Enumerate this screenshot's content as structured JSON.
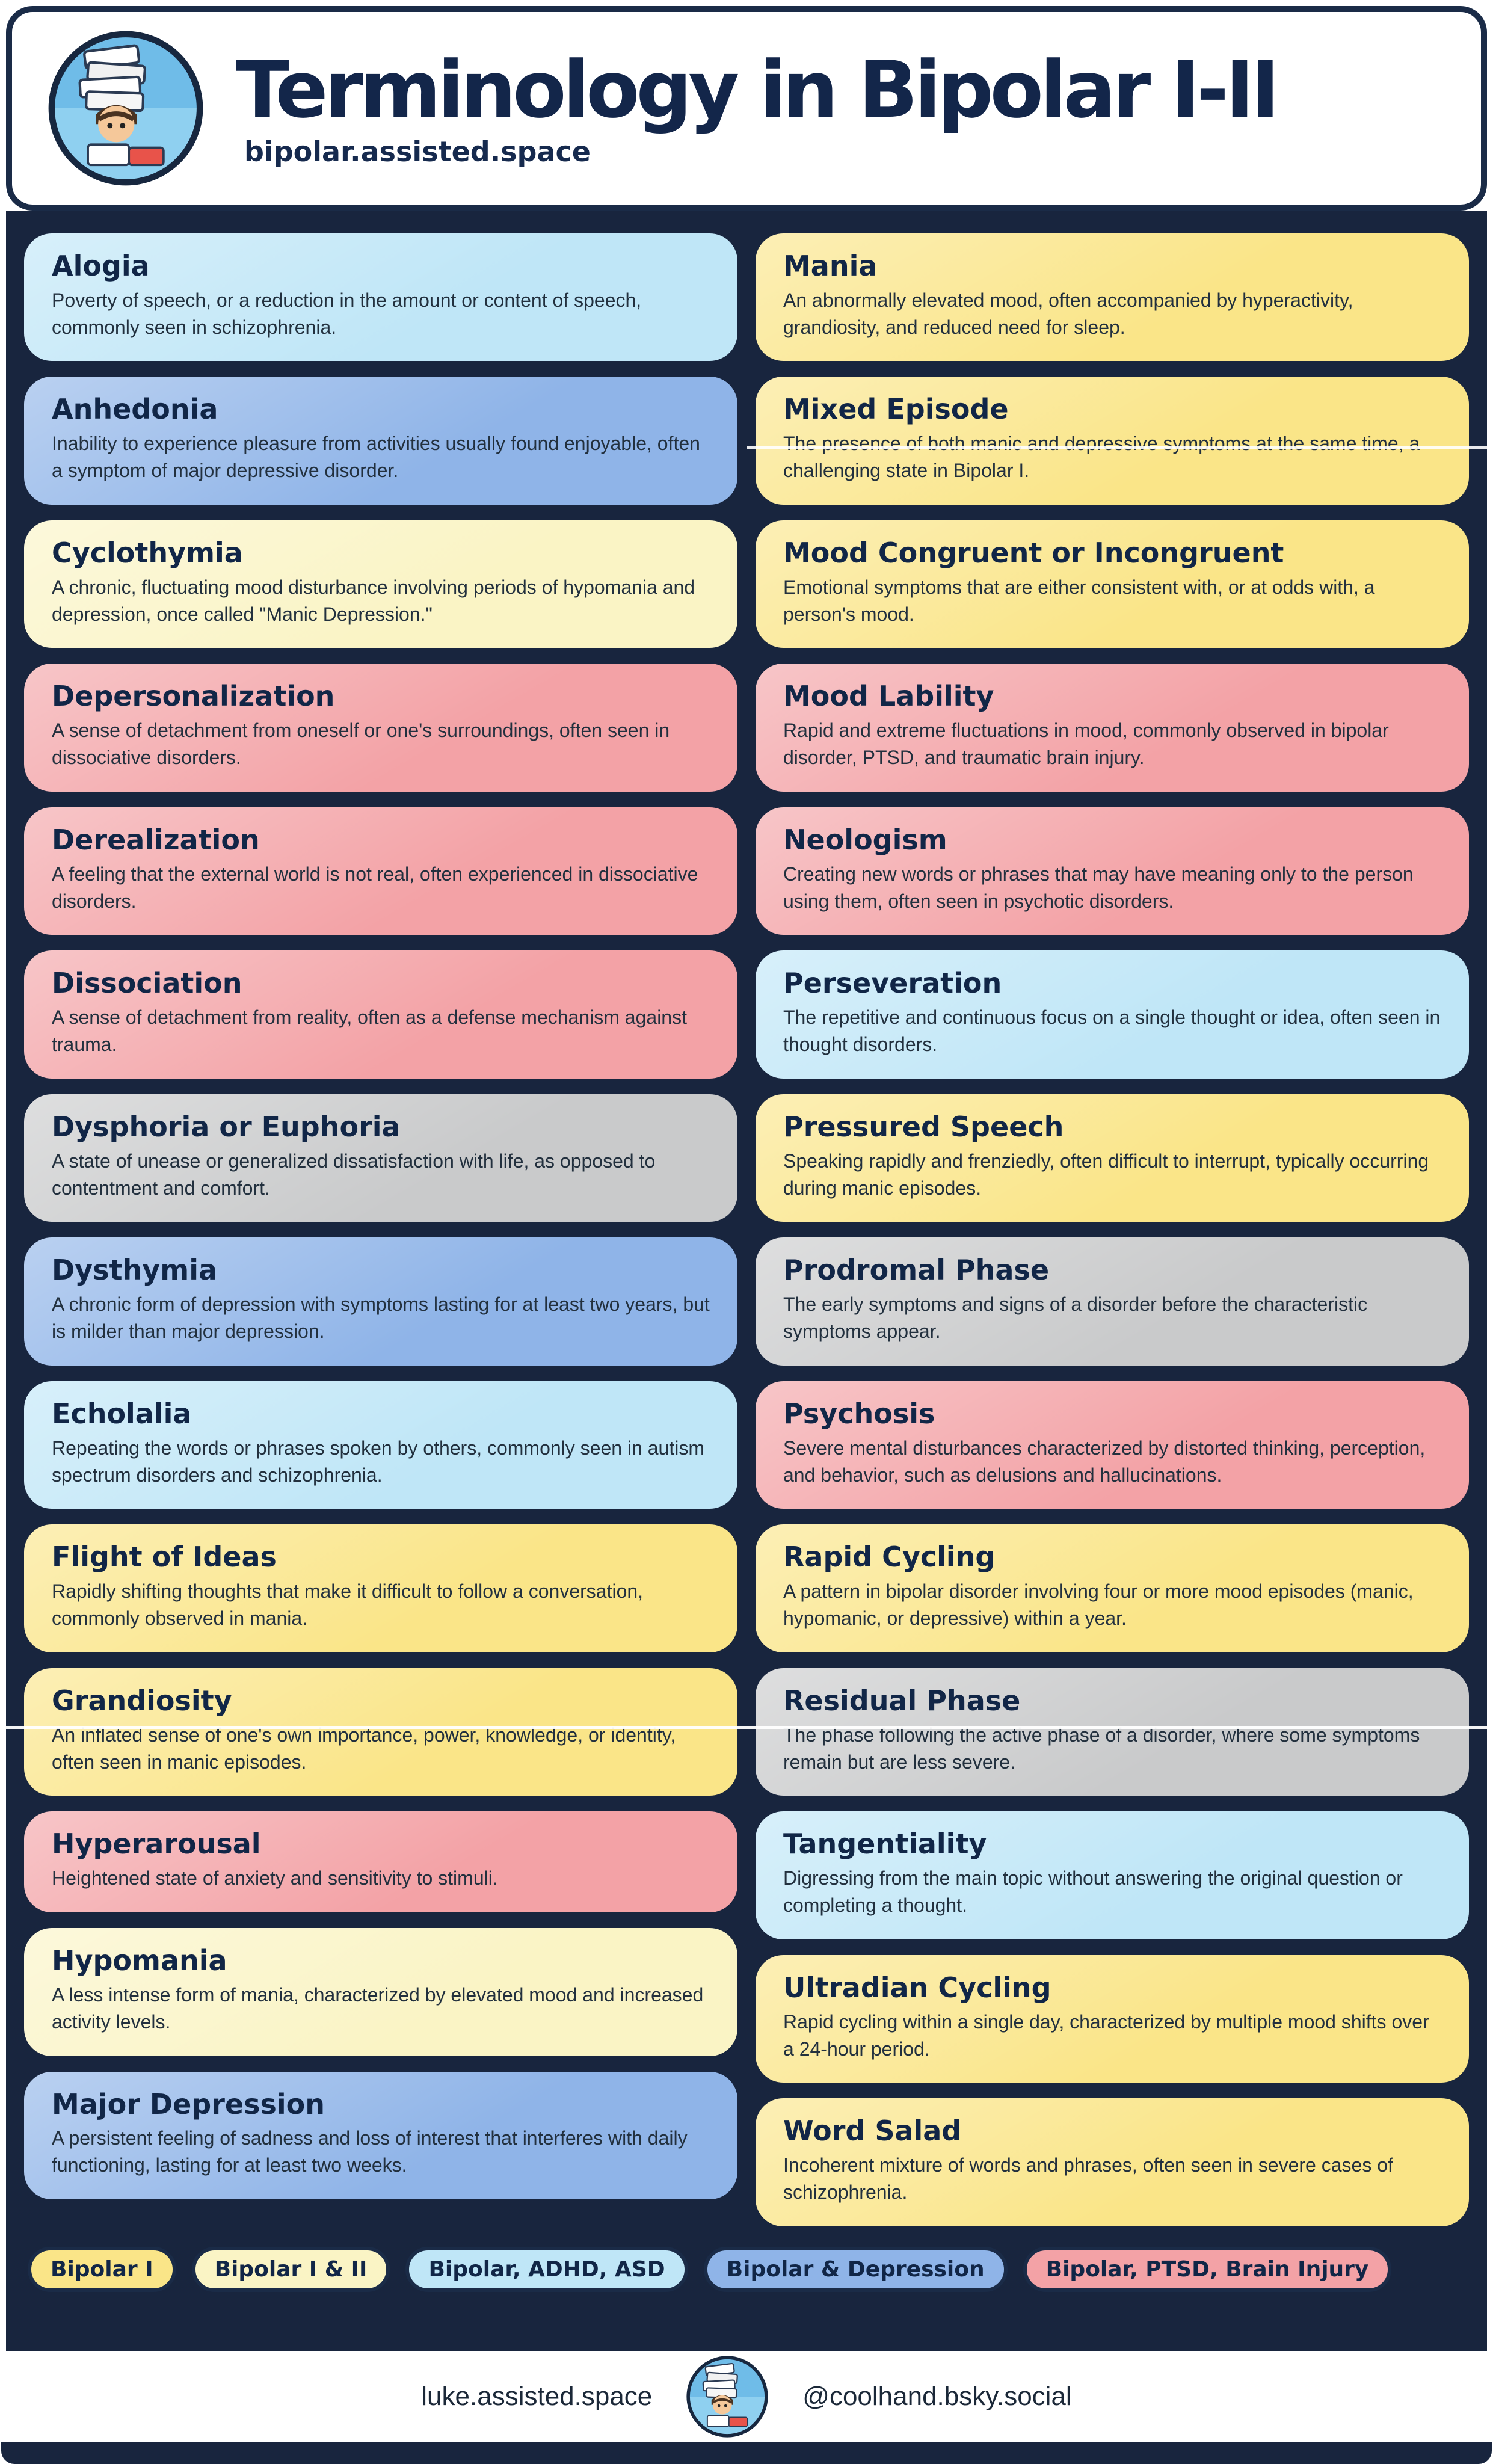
{
  "header": {
    "title": "Terminology in Bipolar I-II",
    "subtitle": "bipolar.assisted.space"
  },
  "colors": {
    "yellow": "#FAE588",
    "cream": "#FAF4C5",
    "lightblue": "#BFE6F7",
    "blue": "#8FB4E8",
    "pink": "#F3A2A6",
    "gray": "#C9CACB",
    "navy": "#18253E",
    "outline": "#1A2B47"
  },
  "columns": {
    "left": [
      {
        "term": "Alogia",
        "definition": "Poverty of speech, or a reduction in the amount or content of speech, commonly seen in schizophrenia.",
        "category": "lightblue"
      },
      {
        "term": "Anhedonia",
        "definition": "Inability to experience pleasure from activities usually found enjoyable, often a symptom of major depressive disorder.",
        "category": "blue"
      },
      {
        "term": "Cyclothymia",
        "definition": "A chronic, fluctuating mood disturbance involving periods of hypomania and depression, once called \"Manic Depression.\"",
        "category": "cream"
      },
      {
        "term": "Depersonalization",
        "definition": "A sense of detachment from oneself or one's surroundings, often seen in dissociative disorders.",
        "category": "pink"
      },
      {
        "term": "Derealization",
        "definition": "A feeling that the external world is not real, often experienced in dissociative disorders.",
        "category": "pink"
      },
      {
        "term": "Dissociation",
        "definition": "A sense of detachment from reality, often as a defense mechanism against trauma.",
        "category": "pink"
      },
      {
        "term": "Dysphoria or Euphoria",
        "definition": "A state of unease or generalized dissatisfaction with life, as opposed to contentment and comfort.",
        "category": "gray"
      },
      {
        "term": "Dysthymia",
        "definition": "A chronic form of depression with symptoms lasting for at least two years, but is milder than major depression.",
        "category": "blue"
      },
      {
        "term": "Echolalia",
        "definition": "Repeating the words or phrases spoken by others, commonly seen in autism spectrum disorders and schizophrenia.",
        "category": "lightblue"
      },
      {
        "term": "Flight of Ideas",
        "definition": "Rapidly shifting thoughts that make it difficult to follow a conversation, commonly observed in mania.",
        "category": "yellow"
      },
      {
        "term": "Grandiosity",
        "definition": "An inflated sense of one's own importance, power, knowledge, or identity, often seen in manic episodes.",
        "category": "yellow"
      },
      {
        "term": "Hyperarousal",
        "definition": "Heightened state of anxiety and sensitivity to stimuli.",
        "category": "pink"
      },
      {
        "term": "Hypomania",
        "definition": "A less intense form of mania, characterized by elevated mood and increased activity levels.",
        "category": "cream"
      },
      {
        "term": "Major Depression",
        "definition": "A persistent feeling of sadness and loss of interest that interferes with daily functioning, lasting for at least two weeks.",
        "category": "blue"
      }
    ],
    "right": [
      {
        "term": "Mania",
        "definition": "An abnormally elevated mood, often accompanied by hyperactivity, grandiosity, and reduced need for sleep.",
        "category": "yellow"
      },
      {
        "term": "Mixed Episode",
        "definition": "The presence of both manic and depressive symptoms at the same time, a challenging state in Bipolar I.",
        "category": "yellow"
      },
      {
        "term": "Mood Congruent or Incongruent",
        "definition": "Emotional symptoms that are either consistent with, or at odds with, a person's mood.",
        "category": "yellow"
      },
      {
        "term": "Mood Lability",
        "definition": "Rapid and extreme fluctuations in mood, commonly observed in bipolar disorder, PTSD, and traumatic brain injury.",
        "category": "pink"
      },
      {
        "term": "Neologism",
        "definition": "Creating new words or phrases that may have meaning only to the person using them, often seen in psychotic disorders.",
        "category": "pink"
      },
      {
        "term": "Perseveration",
        "definition": "The repetitive and continuous focus on a single thought or idea, often seen in thought disorders.",
        "category": "lightblue"
      },
      {
        "term": "Pressured Speech",
        "definition": "Speaking rapidly and frenziedly, often difficult to interrupt, typically occurring during manic episodes.",
        "category": "yellow"
      },
      {
        "term": "Prodromal Phase",
        "definition": "The early symptoms and signs of a disorder before the characteristic symptoms appear.",
        "category": "gray"
      },
      {
        "term": "Psychosis",
        "definition": "Severe mental disturbances characterized by distorted thinking, perception, and behavior, such as delusions and hallucinations.",
        "category": "pink"
      },
      {
        "term": "Rapid Cycling",
        "definition": "A pattern in bipolar disorder involving four or more mood episodes (manic, hypomanic, or depressive) within a year.",
        "category": "yellow"
      },
      {
        "term": "Residual Phase",
        "definition": "The phase following the active phase of a disorder, where some symptoms remain but are less severe.",
        "category": "gray"
      },
      {
        "term": "Tangentiality",
        "definition": "Digressing from the main topic without answering the original question or completing a thought.",
        "category": "lightblue"
      },
      {
        "term": "Ultradian Cycling",
        "definition": "Rapid cycling within a single day, characterized by multiple mood shifts over a 24-hour period.",
        "category": "yellow"
      },
      {
        "term": "Word Salad",
        "definition": "Incoherent mixture of words and phrases, often seen in severe cases of schizophrenia.",
        "category": "yellow"
      }
    ]
  },
  "legend": [
    {
      "label": "Bipolar I",
      "category": "yellow"
    },
    {
      "label": "Bipolar I & II",
      "category": "cream"
    },
    {
      "label": "Bipolar, ADHD, ASD",
      "category": "lightblue"
    },
    {
      "label": "Bipolar & Depression",
      "category": "blue"
    },
    {
      "label": "Bipolar, PTSD, Brain Injury",
      "category": "pink"
    }
  ],
  "footer": {
    "left_text": "luke.assisted.space",
    "right_text": "@coolhand.bsky.social"
  }
}
